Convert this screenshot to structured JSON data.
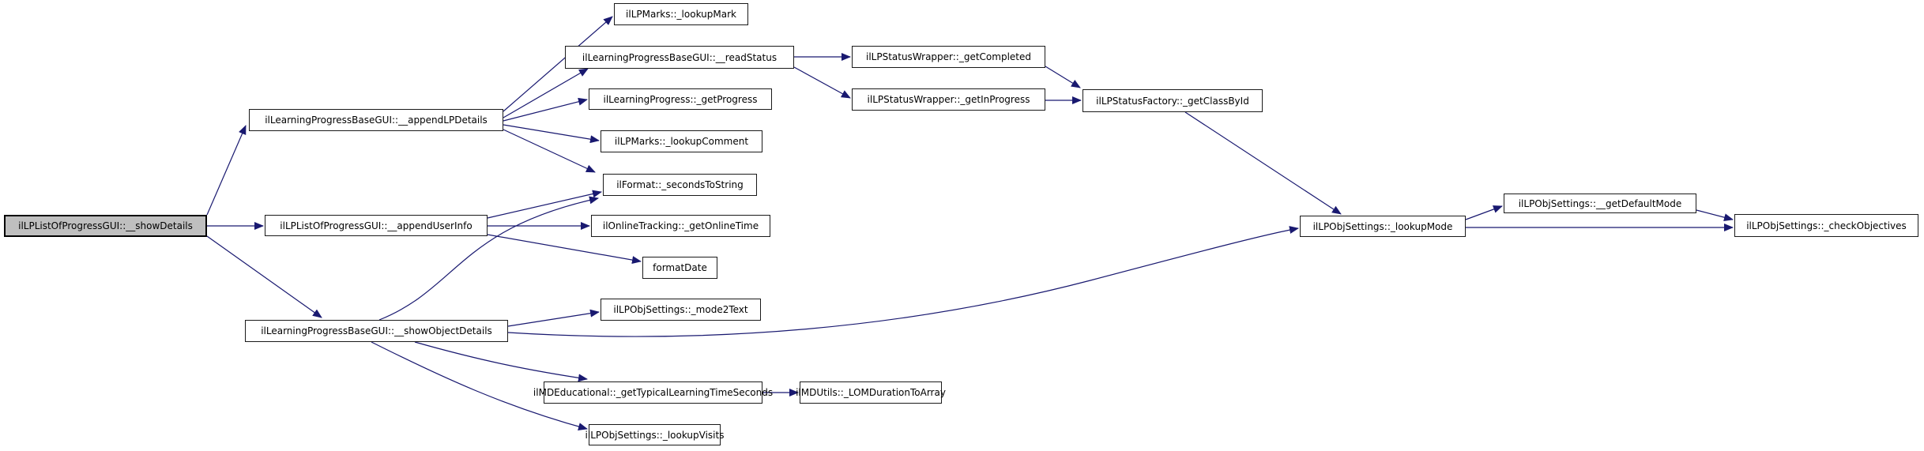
{
  "diagram_type": "call-graph",
  "colors": {
    "background": "#ffffff",
    "edge": "#191970",
    "node_fill": "#ffffff",
    "node_border": "#1a1a1a",
    "highlighted_node_fill": "#bfbfbf",
    "text": "#000000"
  },
  "nodes": [
    {
      "id": "showDetails",
      "label": "ilLPListOfProgressGUI::__showDetails",
      "highlighted": true
    },
    {
      "id": "appendLPDetails",
      "label": "ilLearningProgressBaseGUI::__appendLPDetails",
      "highlighted": false
    },
    {
      "id": "lookupMark",
      "label": "ilLPMarks::_lookupMark",
      "highlighted": false
    },
    {
      "id": "readStatus",
      "label": "ilLearningProgressBaseGUI::__readStatus",
      "highlighted": false
    },
    {
      "id": "getCompleted",
      "label": "ilLPStatusWrapper::_getCompleted",
      "highlighted": false
    },
    {
      "id": "getInProgress",
      "label": "ilLPStatusWrapper::_getInProgress",
      "highlighted": false
    },
    {
      "id": "getClassById",
      "label": "ilLPStatusFactory::_getClassById",
      "highlighted": false
    },
    {
      "id": "getProgress",
      "label": "ilLearningProgress::_getProgress",
      "highlighted": false
    },
    {
      "id": "lookupComment",
      "label": "ilLPMarks::_lookupComment",
      "highlighted": false
    },
    {
      "id": "secondsToString",
      "label": "ilFormat::_secondsToString",
      "highlighted": false
    },
    {
      "id": "getOnlineTime",
      "label": "ilOnlineTracking::_getOnlineTime",
      "highlighted": false
    },
    {
      "id": "formatDate",
      "label": "formatDate",
      "highlighted": false
    },
    {
      "id": "appendUserInfo",
      "label": "ilLPListOfProgressGUI::__appendUserInfo",
      "highlighted": false
    },
    {
      "id": "showObjectDetails",
      "label": "ilLearningProgressBaseGUI::__showObjectDetails",
      "highlighted": false
    },
    {
      "id": "mode2Text",
      "label": "ilLPObjSettings::_mode2Text",
      "highlighted": false
    },
    {
      "id": "getTypicalTime",
      "label": "ilMDEducational::_getTypicalLearningTimeSeconds",
      "highlighted": false
    },
    {
      "id": "lomDurationToArray",
      "label": "ilMDUtils::_LOMDurationToArray",
      "highlighted": false
    },
    {
      "id": "lookupVisits",
      "label": "ilLPObjSettings::_lookupVisits",
      "highlighted": false
    },
    {
      "id": "lookupMode",
      "label": "ilLPObjSettings::_lookupMode",
      "highlighted": false
    },
    {
      "id": "getDefaultMode",
      "label": "ilLPObjSettings::__getDefaultMode",
      "highlighted": false
    },
    {
      "id": "checkObjectives",
      "label": "ilLPObjSettings::_checkObjectives",
      "highlighted": false
    }
  ],
  "edges": [
    {
      "from": "showDetails",
      "to": "appendLPDetails"
    },
    {
      "from": "showDetails",
      "to": "appendUserInfo"
    },
    {
      "from": "showDetails",
      "to": "showObjectDetails"
    },
    {
      "from": "appendLPDetails",
      "to": "lookupMark"
    },
    {
      "from": "appendLPDetails",
      "to": "readStatus"
    },
    {
      "from": "appendLPDetails",
      "to": "getProgress"
    },
    {
      "from": "appendLPDetails",
      "to": "lookupComment"
    },
    {
      "from": "appendLPDetails",
      "to": "secondsToString"
    },
    {
      "from": "readStatus",
      "to": "getCompleted"
    },
    {
      "from": "readStatus",
      "to": "getInProgress"
    },
    {
      "from": "getCompleted",
      "to": "getClassById"
    },
    {
      "from": "getInProgress",
      "to": "getClassById"
    },
    {
      "from": "getClassById",
      "to": "lookupMode"
    },
    {
      "from": "appendUserInfo",
      "to": "secondsToString"
    },
    {
      "from": "appendUserInfo",
      "to": "getOnlineTime"
    },
    {
      "from": "appendUserInfo",
      "to": "formatDate"
    },
    {
      "from": "showObjectDetails",
      "to": "secondsToString"
    },
    {
      "from": "showObjectDetails",
      "to": "mode2Text"
    },
    {
      "from": "showObjectDetails",
      "to": "lookupMode"
    },
    {
      "from": "showObjectDetails",
      "to": "getTypicalTime"
    },
    {
      "from": "showObjectDetails",
      "to": "lookupVisits"
    },
    {
      "from": "getTypicalTime",
      "to": "lomDurationToArray"
    },
    {
      "from": "lookupMode",
      "to": "getDefaultMode"
    },
    {
      "from": "lookupMode",
      "to": "checkObjectives"
    },
    {
      "from": "getDefaultMode",
      "to": "checkObjectives"
    }
  ]
}
